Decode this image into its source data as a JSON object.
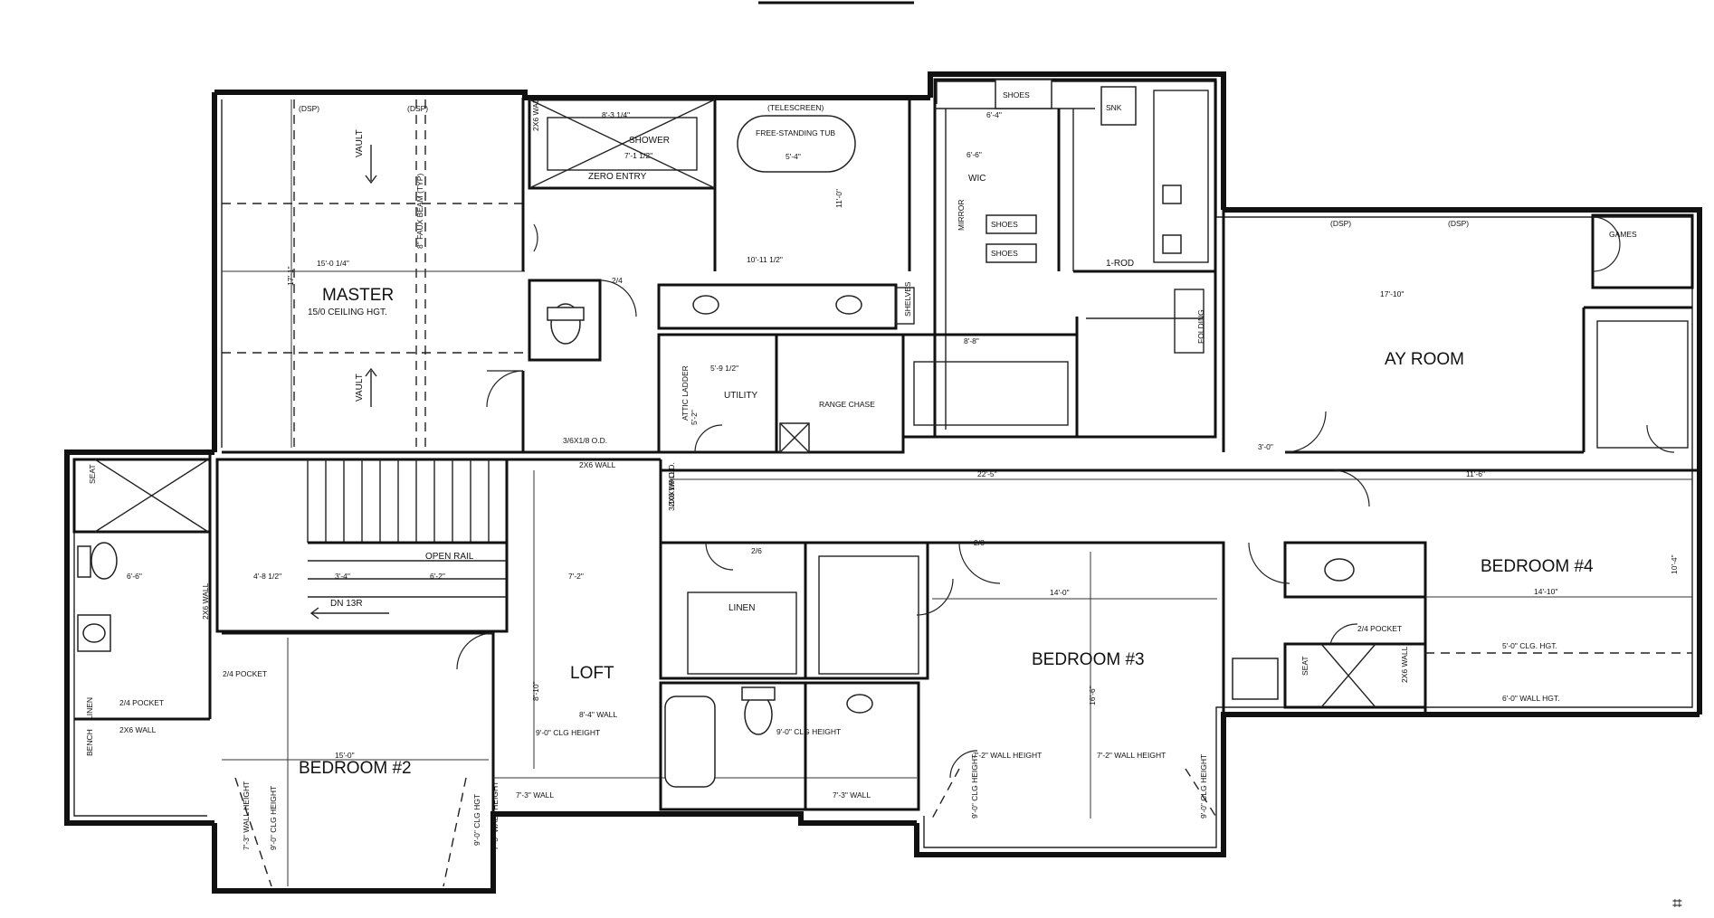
{
  "rooms": {
    "master": "MASTER",
    "master_sub": "15/0 CEILING HGT.",
    "play_room": "AY ROOM",
    "loft": "LOFT",
    "bedroom2": "BEDROOM #2",
    "bedroom3": "BEDROOM #3",
    "bedroom4": "BEDROOM #4",
    "utility": "UTILITY",
    "linen": "LINEN",
    "wic": "WIC"
  },
  "labels": {
    "vault_top": "VAULT",
    "vault_bottom": "VAULT",
    "shower": "SHOWER",
    "zero_entry": "ZERO ENTRY",
    "free_standing_tub": "FREE-STANDING TUB",
    "tub_size": "5'-4\"",
    "shoes_top": "SHOES",
    "shoes_mid": "SHOES",
    "shoes_low": "SHOES",
    "mirror": "MIRROR",
    "one_rod": "1-ROD",
    "folding": "FOLDING",
    "shelves": "SHELVES",
    "range_chase": "RANGE CHASE",
    "attic_ladder": "ATTIC LADDER",
    "open_rail": "OPEN RAIL",
    "dn": "DN 13R",
    "games": "GAMES",
    "pocket_left": "2/4 POCKET",
    "pocket_right": "2/4 POCKET",
    "pocket_b2": "2/4 POCKET",
    "seat_left": "SEAT",
    "seat_right": "SEAT",
    "linen_small": "LINEN",
    "sink": "SNK",
    "bench": "BENCH",
    "wall_2x6_a": "2X6 WALL",
    "wall_2x6_b": "2X6 WALL",
    "wall_2x6_c": "2X6 WALL",
    "wall_2x6_d": "2X6 WALL",
    "wall_2x6_e": "2X6 WALL",
    "wall_2x6_f": "2X6 WALL",
    "attic_opening": "3/6X1/8 O.D.",
    "open_3_10": "3/10X1/6 O.D.",
    "dsp_1": "(DSP)",
    "dsp_2": "(DSP)",
    "dsp_3": "(DSP)",
    "dsp_4": "(DSP)",
    "telescreen": "(TELESCREEN)",
    "faux_beam": "8\" FAUX BEAM (TYP)",
    "b2_clg": "9'-0\" CLG HGT",
    "b2_wall1": "7'-3\" WALL HEIGHT",
    "b2_clg2": "9'-0\" CLG HEIGHT",
    "b2_wall2": "7'-3\" WALL HEIGHT",
    "loft_wall": "8'-4\" WALL",
    "loft_clg": "9'-0\" CLG HEIGHT",
    "loft_wall2": "7'-3\" WALL",
    "bath_clg": "9'-0\" CLG HEIGHT",
    "bath_wall": "7'-3\" WALL",
    "b3_wall_l": "7'-2\" WALL HEIGHT",
    "b3_wall_r": "7'-2\" WALL HEIGHT",
    "b3_clg_l": "9'-0\" CLG HEIGHT",
    "b3_clg_r": "9'-0\" CLG HEIGHT",
    "b4_clg": "5'-0\" CLG. HGT.",
    "b4_wall": "6'-0\" WALL HGT."
  },
  "dimensions": {
    "master_w": "15'-0 1/4\"",
    "master_h": "17'-1\"",
    "shower_w": "8'-3 1/4\"",
    "shower_d": "7'-1 1/2\"",
    "bath_w": "10'-11 1/2\"",
    "bath_h": "11'-0\"",
    "wic_w": "6'-6\"",
    "wic_top": "6'-4\"",
    "wic_mid": "8'-8\"",
    "utility_w": "5'-9 1/2\"",
    "utility_ext": "5'-2\"",
    "hall_w": "22'-5\"",
    "hall_right": "11'-6\"",
    "play_w": "17'-10\"",
    "loft_w": "7'-2\"",
    "loft_h": "8'-10\"",
    "bed2_w": "15'-0\"",
    "bed3_w": "14'-0\"",
    "bed3_h": "16'-6\"",
    "bed4_w": "14'-10\"",
    "bed4_h": "10'-4\"",
    "stair_a": "4'-8 1/2\"",
    "stair_b": "3'-4\"",
    "stair_c": "6'-2\"",
    "bath_left": "6'-6\"",
    "door_2_4": "2/4",
    "door_2_6": "2/6",
    "door_2_8": "2/8",
    "door_3_0": "3'-0\""
  },
  "colors": {
    "ink": "#111111",
    "paper": "#ffffff"
  }
}
